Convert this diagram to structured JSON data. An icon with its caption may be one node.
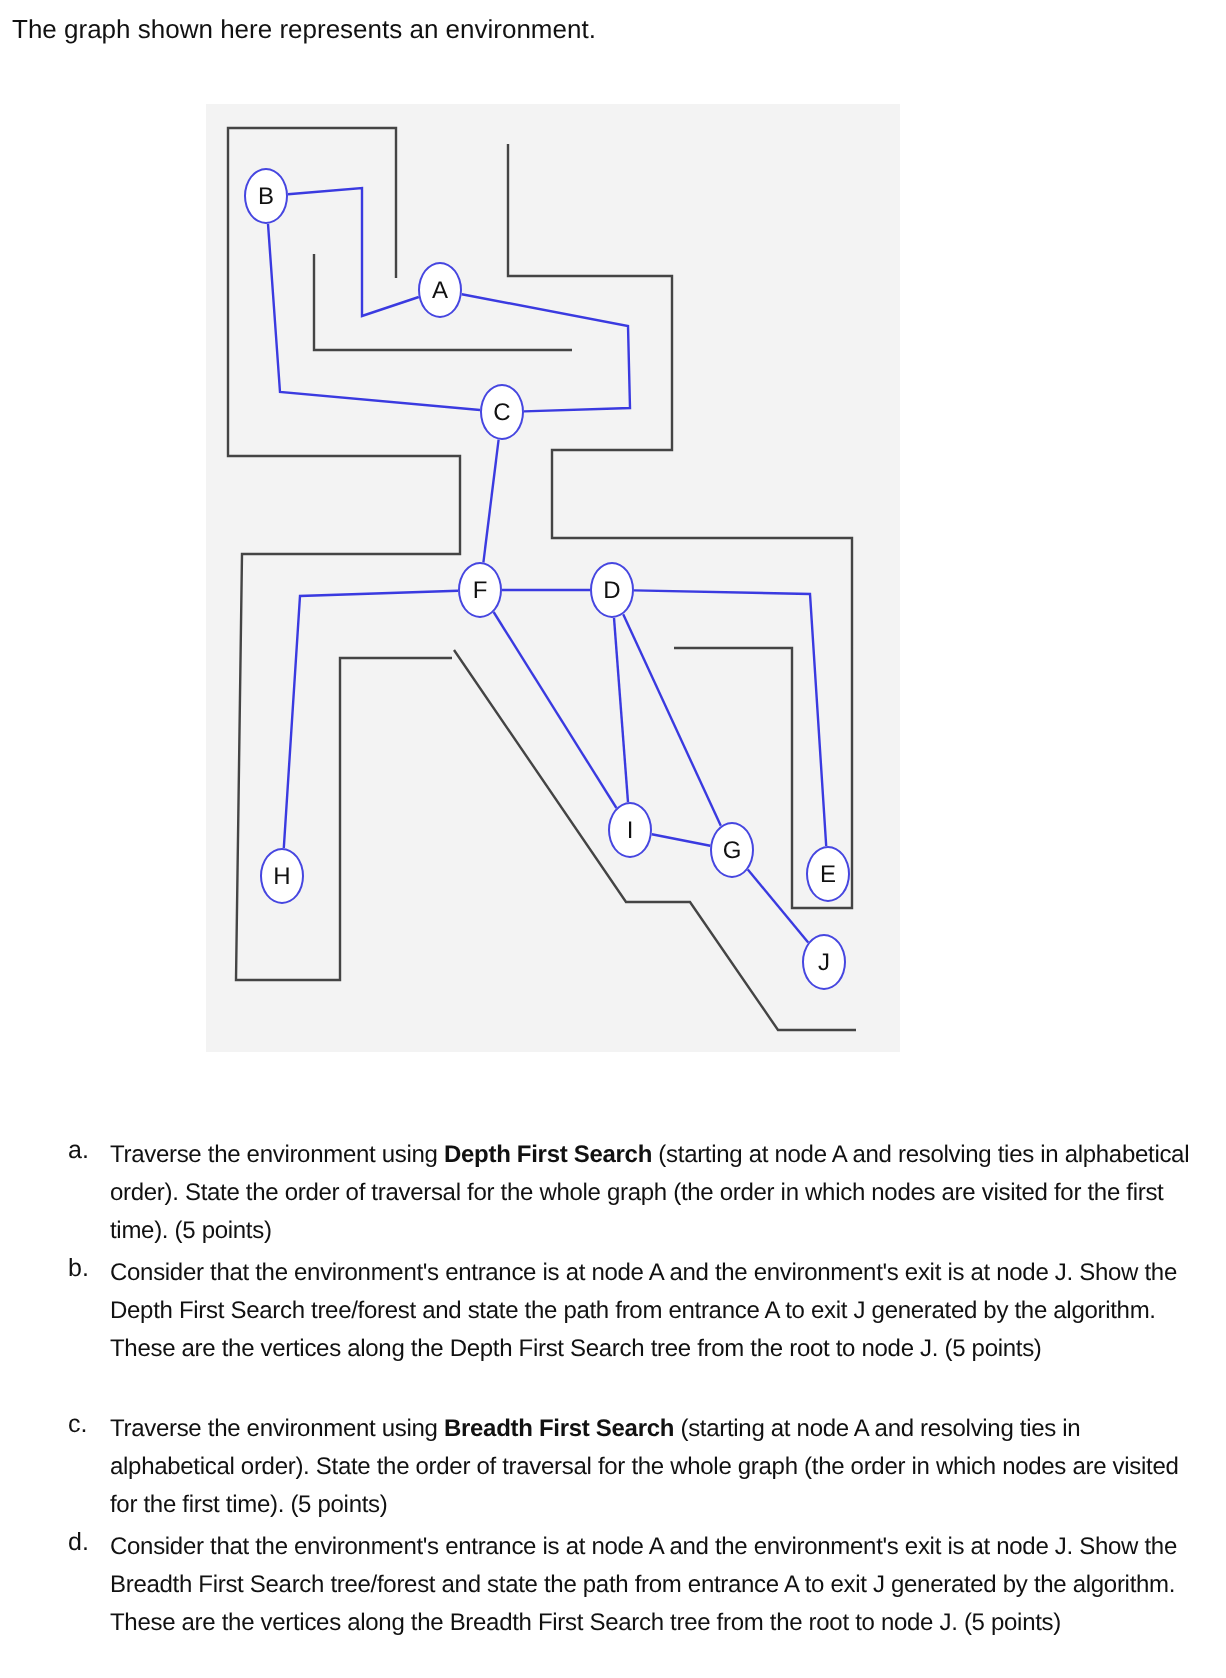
{
  "diagram": {
    "title": "The graph shown here represents an environment.",
    "nodes": [
      {
        "text": [
          "B"
        ]
      },
      {
        "text": [
          "A"
        ]
      },
      {
        "text": [
          "C"
        ]
      },
      {
        "text": [
          "F"
        ]
      },
      {
        "text": [
          "D"
        ]
      },
      {
        "text": [
          "I"
        ]
      },
      {
        "text": [
          "G"
        ]
      },
      {
        "text": [
          "H"
        ]
      },
      {
        "text": [
          "E"
        ]
      },
      {
        "text": [
          "J"
        ]
      }
    ],
    "edges": [
      {
        "from": 0,
        "to": 1,
        "arrow": "none"
      },
      {
        "from": 1,
        "to": 2,
        "arrow": "none"
      },
      {
        "from": 0,
        "to": 2,
        "arrow": "none"
      },
      {
        "from": 2,
        "to": 3,
        "arrow": "none"
      },
      {
        "from": 3,
        "to": 7,
        "arrow": "none"
      },
      {
        "from": 3,
        "to": 4,
        "arrow": "none"
      },
      {
        "from": 3,
        "to": 5,
        "arrow": "none"
      },
      {
        "from": 4,
        "to": 8,
        "arrow": "none"
      },
      {
        "from": 4,
        "to": 5,
        "arrow": "none"
      },
      {
        "from": 4,
        "to": 6,
        "arrow": "none"
      },
      {
        "from": 5,
        "to": 6,
        "arrow": "none"
      },
      {
        "from": 6,
        "to": 9,
        "arrow": "none"
      }
    ],
    "labels": [
      "a.",
      "Traverse the environment using **Depth First Search** (starting at node A and resolving ties in alphabetical order). State the order of traversal for the whole graph (the order in which nodes are visited for the first time). (5 points)",
      "b.",
      "Consider that the environment's entrance is at node A and the environment's exit is at node J. Show the Depth First Search tree/forest and state the path from entrance A to exit J generated by the algorithm. These are the vertices along the Depth First Search tree from the root to node J. (5 points)",
      "c.",
      "Traverse the environment using **Breadth First Search** (starting at node A and resolving ties in alphabetical order). State the order of traversal for the whole graph (the order in which nodes are visited for the first time). (5 points)",
      "d.",
      "Consider that the environment's entrance is at node A and the environment's exit is at node J. Show the Breadth First Search tree/forest and state the path from entrance A to exit J generated by the algorithm. These are the vertices along the Breadth First Search tree from the root to node J. (5 points)"
    ]
  }
}
